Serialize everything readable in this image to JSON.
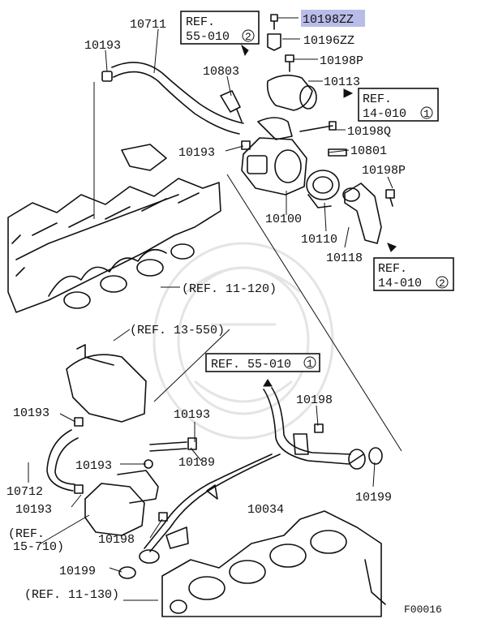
{
  "diagram_id": "F00016",
  "highlight_color": "#b9bce8",
  "parts": [
    {
      "id": "p10711",
      "label": "10711"
    },
    {
      "id": "p10198zz",
      "label": "10198ZZ",
      "highlighted": true
    },
    {
      "id": "p10196zz",
      "label": "10196ZZ"
    },
    {
      "id": "p10193a",
      "label": "10193"
    },
    {
      "id": "p10803",
      "label": "10803"
    },
    {
      "id": "p10198p_a",
      "label": "10198P"
    },
    {
      "id": "p10113",
      "label": "10113"
    },
    {
      "id": "p10198q",
      "label": "10198Q"
    },
    {
      "id": "p10193b",
      "label": "10193"
    },
    {
      "id": "p10801",
      "label": "10801"
    },
    {
      "id": "p10198p_b",
      "label": "10198P"
    },
    {
      "id": "p10100",
      "label": "10100"
    },
    {
      "id": "p10110",
      "label": "10110"
    },
    {
      "id": "p10118",
      "label": "10118"
    },
    {
      "id": "p10193c",
      "label": "10193"
    },
    {
      "id": "p10193d",
      "label": "10193"
    },
    {
      "id": "p10198a",
      "label": "10198"
    },
    {
      "id": "p10193e",
      "label": "10193"
    },
    {
      "id": "p10189",
      "label": "10189"
    },
    {
      "id": "p10712",
      "label": "10712"
    },
    {
      "id": "p10193f",
      "label": "10193"
    },
    {
      "id": "p10034",
      "label": "10034"
    },
    {
      "id": "p10199a",
      "label": "10199"
    },
    {
      "id": "p10198b",
      "label": "10198"
    },
    {
      "id": "p10199b",
      "label": "10199"
    }
  ],
  "refs": {
    "r55_010_2": {
      "line1": "REF.",
      "line2": "55-010",
      "circ": "2"
    },
    "r14_010_1": {
      "line1": "REF.",
      "line2": "14-010",
      "circ": "1"
    },
    "r14_010_2": {
      "line1": "REF.",
      "line2": "14-010",
      "circ": "2"
    },
    "r55_010_1": {
      "text": "REF. 55-010",
      "circ": "1"
    },
    "r11_120": {
      "text": "(REF. 11-120)"
    },
    "r13_550": {
      "text": "(REF. 13-550)"
    },
    "r15_710": {
      "line1": "(REF.",
      "line2": "15-710)"
    },
    "r11_130": {
      "text": "(REF. 11-130)"
    }
  }
}
